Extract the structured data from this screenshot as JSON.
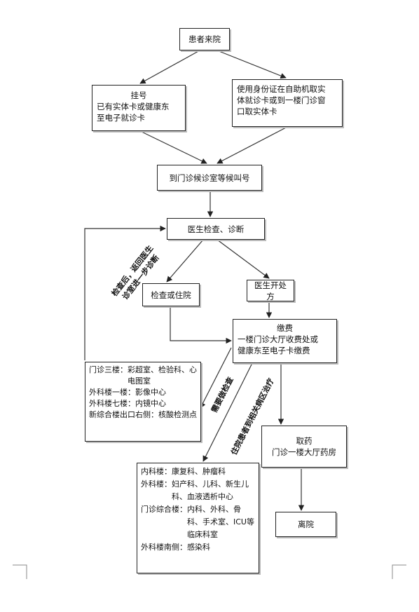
{
  "nodes": {
    "arrival": "患者来院",
    "register": {
      "title": "挂号",
      "lines": [
        "已有实体卡或健康东",
        "至电子就诊卡"
      ]
    },
    "id_card": {
      "lines": [
        "使用身份证在自助机取实",
        "体就诊卡或到一楼门诊窗",
        "口取实体卡"
      ]
    },
    "waiting": "到门诊候诊室等候叫号",
    "diagnosis": "医生检查、诊断",
    "exam_or_admit": "检查或住院",
    "prescription": "医生开处方",
    "payment": {
      "title": "缴费",
      "lines": [
        "一楼门诊大厅收费处或",
        "健康东至电子卡缴费"
      ]
    },
    "exam_locations": {
      "rows": [
        {
          "k": "门诊三楼：",
          "v": "彩超室、检验科、心电图室"
        },
        {
          "k": "外科楼一楼：",
          "v": "影像中心"
        },
        {
          "k": "外科楼七楼：",
          "v": "内镜中心"
        },
        {
          "k": "新综合楼出口右侧：",
          "v": "核酸检测点"
        }
      ]
    },
    "pharmacy": {
      "title": "取药",
      "lines": [
        "门诊一楼大厅药房"
      ]
    },
    "departments": {
      "rows": [
        {
          "k": "内科楼：",
          "v": "康复科、肿瘤科"
        },
        {
          "k": "外科楼：",
          "v": "妇产科、儿科、新生儿科、血液透析中心"
        },
        {
          "k": "门诊综合楼：",
          "v": "内科、外科、骨科、手术室、ICU等临床科室"
        },
        {
          "k": "外科楼南侧：",
          "v": "感染科"
        }
      ]
    },
    "leave": "离院"
  },
  "edge_labels": {
    "return_after_exam": [
      "检查后，返回医生",
      "诊室进一步诊断"
    ],
    "exam_needed": "需要做检查",
    "admit_treatment": "住院患者到相关病区治疗"
  }
}
